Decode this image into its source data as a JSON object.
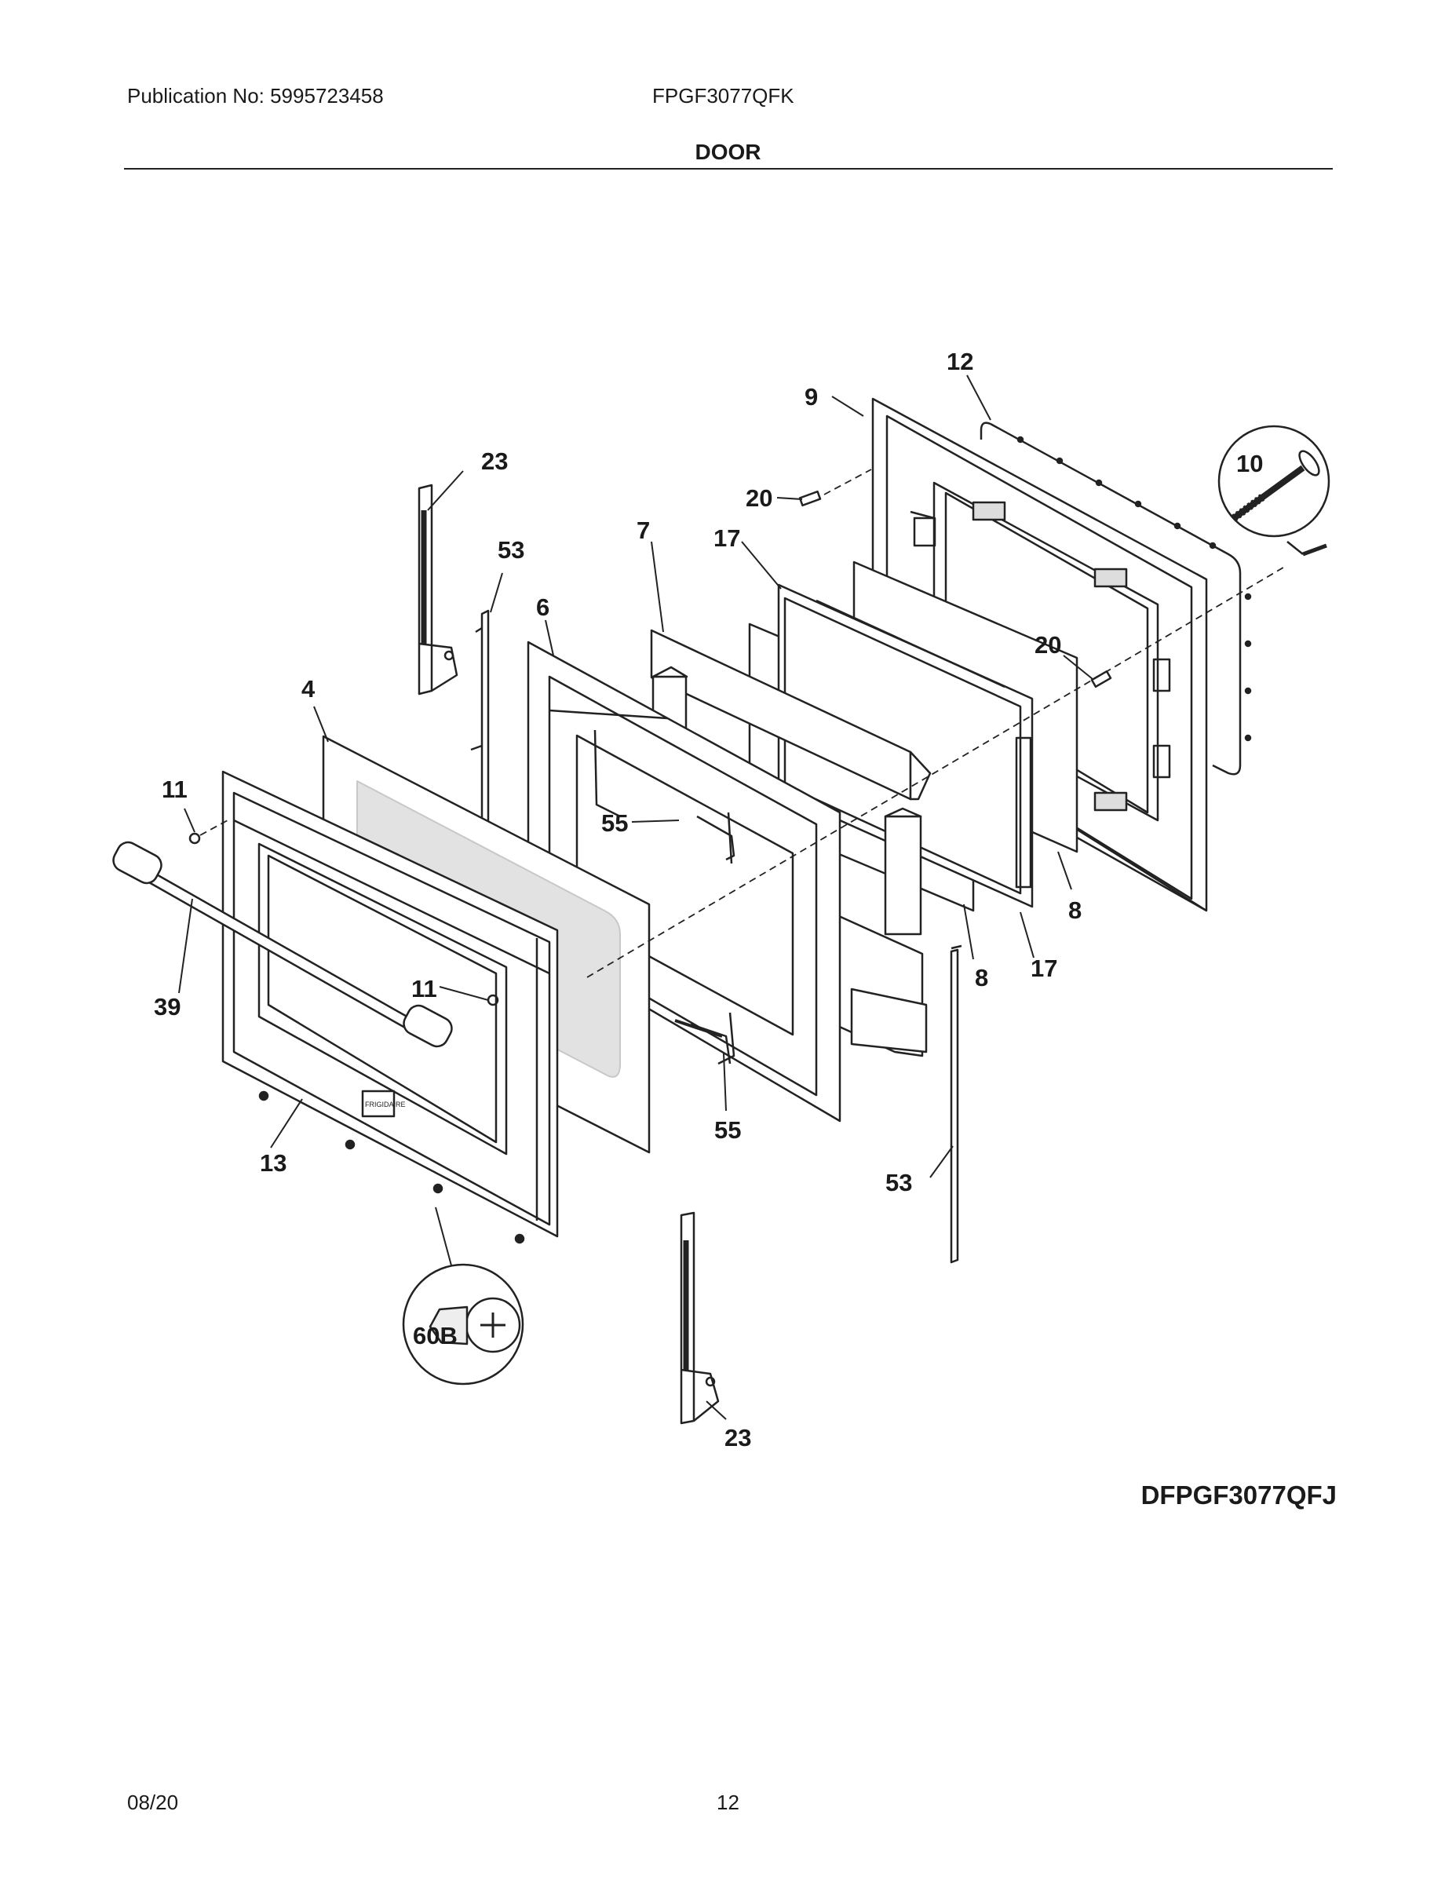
{
  "header": {
    "publication": "Publication No: 5995723458",
    "model": "FPGF3077QFK",
    "section_title": "DOOR"
  },
  "diagram": {
    "code": "DFPGF3077QFJ",
    "callouts": {
      "c_23_top": "23",
      "c_53_left": "53",
      "c_4": "4",
      "c_6": "6",
      "c_7": "7",
      "c_17_top": "17",
      "c_20_top": "20",
      "c_9": "9",
      "c_12": "12",
      "c_10": "10",
      "c_20_mid": "20",
      "c_11_left": "11",
      "c_55_top": "55",
      "c_11_mid": "11",
      "c_39": "39",
      "c_13": "13",
      "c_55_bot": "55",
      "c_8_mid": "8",
      "c_17_bot": "17",
      "c_8_right": "8",
      "c_53_right": "53",
      "c_60b": "60B",
      "c_23_bot": "23"
    }
  },
  "footer": {
    "date": "08/20",
    "page": "12"
  }
}
